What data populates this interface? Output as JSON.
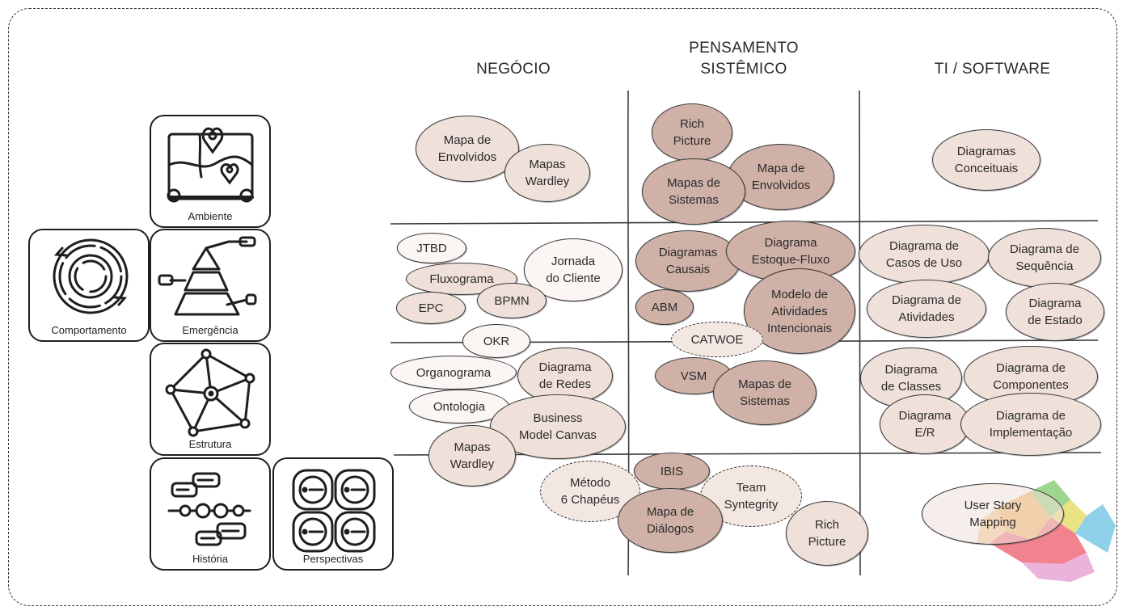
{
  "columns": {
    "negocio": "NEGÓCIO",
    "pensamento_line1": "PENSAMENTO",
    "pensamento_line2": "SISTÊMICO",
    "ti": "TI / SOFTWARE"
  },
  "tiles": {
    "ambiente": "Ambiente",
    "comportamento": "Comportamento",
    "emergencia": "Emergência",
    "estrutura": "Estrutura",
    "historia": "História",
    "perspectivas": "Perspectivas"
  },
  "bubbles": {
    "mapa_envolvidos_neg": "Mapa de\nEnvolvidos",
    "mapas_wardley_top": "Mapas\nWardley",
    "rich_picture_top": "Rich\nPicture",
    "mapa_envolvidos_ps": "Mapa de\nEnvolvidos",
    "mapas_sistemas_top": "Mapas de\nSistemas",
    "diagramas_conceituais": "Diagramas\nConceituais",
    "jtbd": "JTBD",
    "fluxograma": "Fluxograma",
    "jornada_cliente": "Jornada\ndo Cliente",
    "epc": "EPC",
    "bpmn": "BPMN",
    "diagramas_causais": "Diagramas\nCausais",
    "diagrama_estoque": "Diagrama\nEstoque-Fluxo",
    "abm": "ABM",
    "modelo_atividades": "Modelo de\nAtividades\nIntencionais",
    "catwoe": "CATWOE",
    "casos_uso": "Diagrama de\nCasos de Uso",
    "sequencia": "Diagrama de\nSequência",
    "atividades": "Diagrama de\nAtividades",
    "estado": "Diagrama\nde Estado",
    "okr": "OKR",
    "organograma": "Organograma",
    "diagrama_redes": "Diagrama\nde Redes",
    "ontologia": "Ontologia",
    "business_model": "Business\nModel Canvas",
    "mapas_wardley_bottom": "Mapas\nWardley",
    "vsm": "VSM",
    "mapas_sistemas_mid": "Mapas de\nSistemas",
    "classes": "Diagrama\nde Classes",
    "componentes": "Diagrama de\nComponentes",
    "er": "Diagrama\nE/R",
    "implementacao": "Diagrama de\nImplementação",
    "metodo_chapeus": "Método\n6 Chapéus",
    "ibis": "IBIS",
    "team_syntegrity": "Team\nSyntegrity",
    "mapa_dialogos": "Mapa de\nDiálogos",
    "rich_picture_bottom": "Rich\nPicture",
    "user_story": "User Story\nMapping"
  },
  "colors": {
    "light_bubble": "#efe0da",
    "dark_bubble": "#cfb1a7",
    "line": "#3a3a3a"
  }
}
